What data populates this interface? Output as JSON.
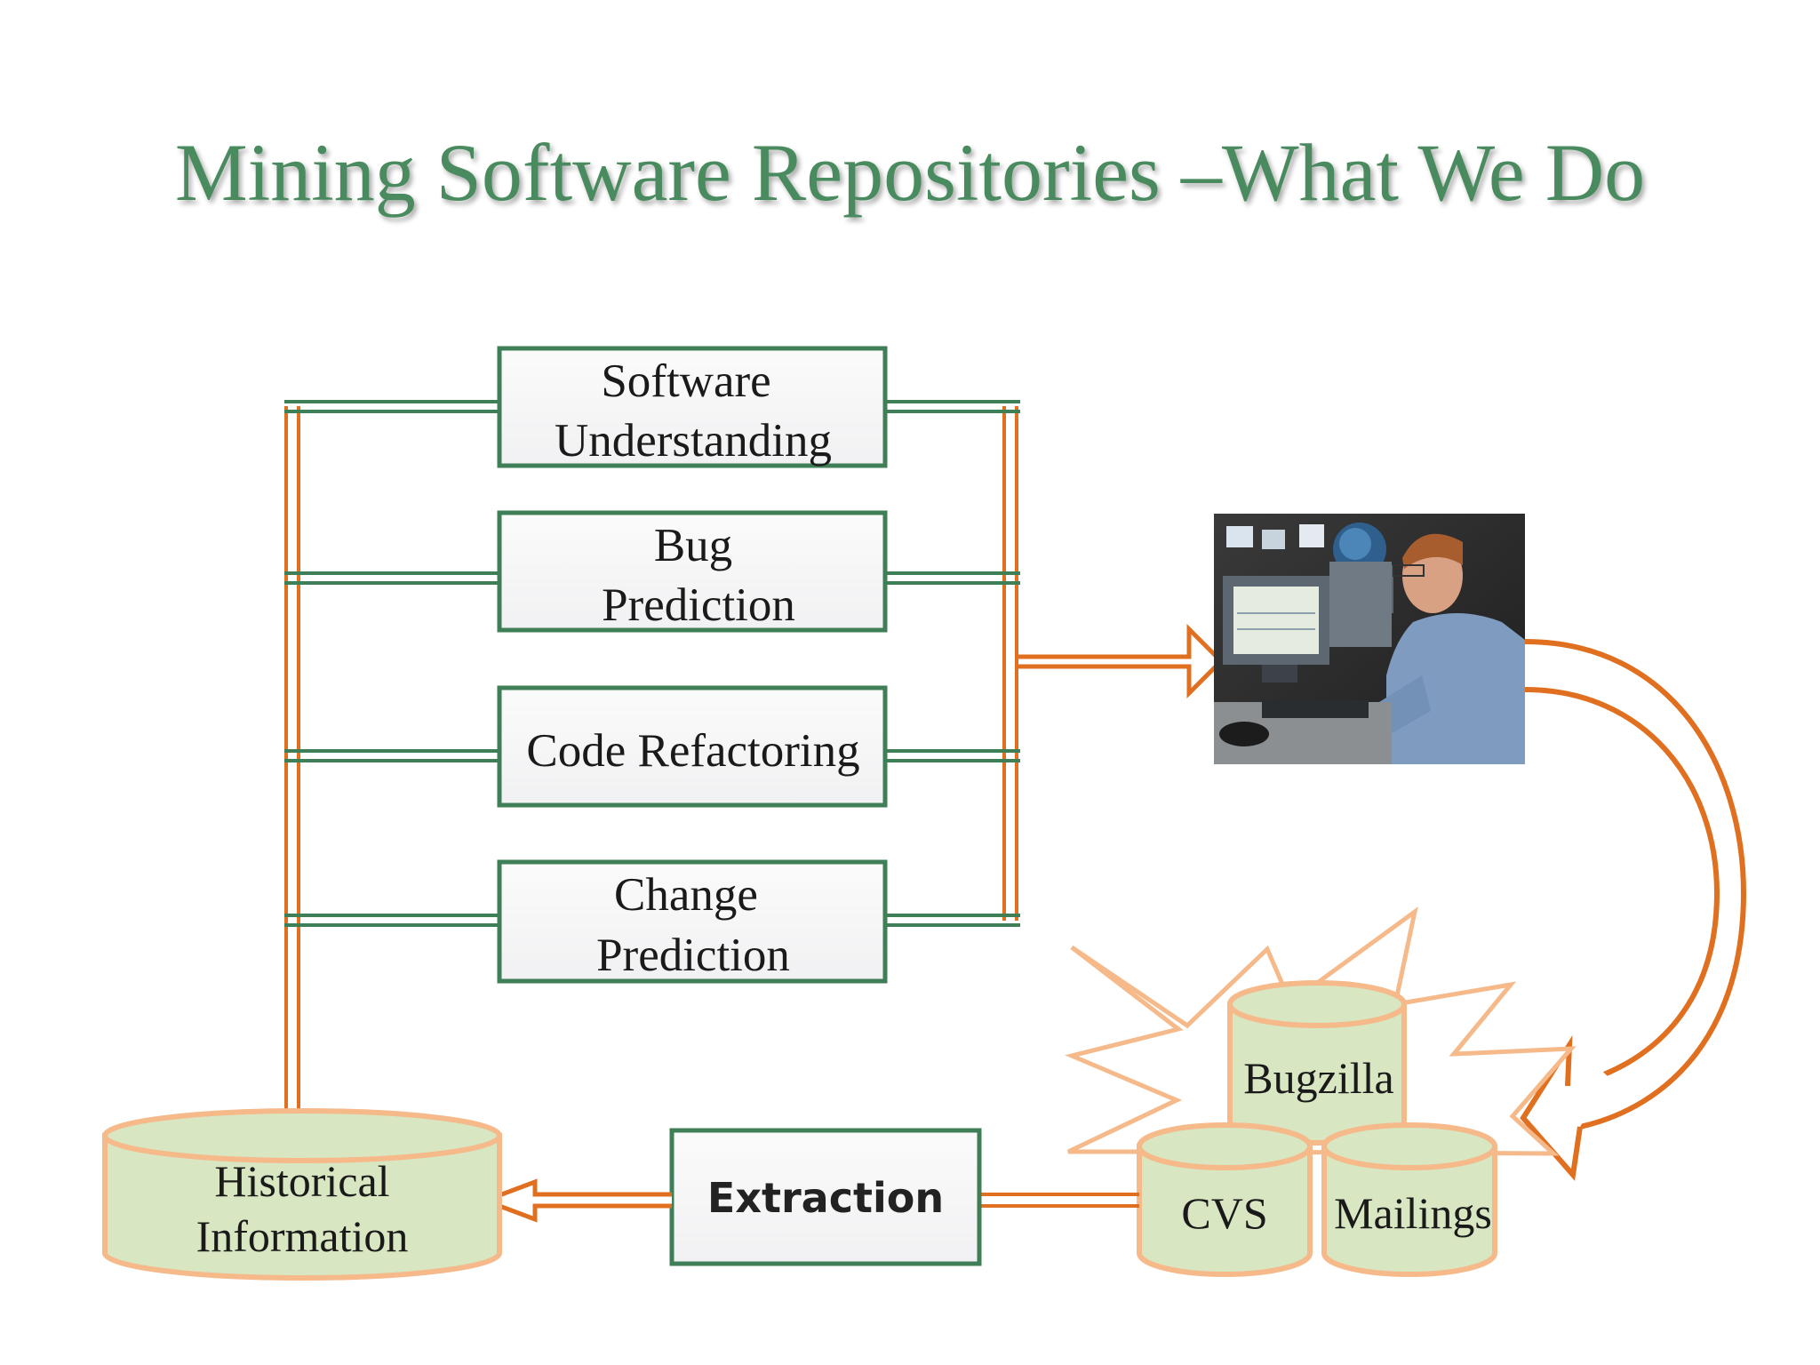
{
  "title": "Mining Software Repositories –What We Do",
  "tasks": [
    {
      "line1": "Software",
      "line2": "Understanding"
    },
    {
      "line1": "Bug",
      "line2": "Prediction"
    },
    {
      "line1": "Code Refactoring",
      "line2": ""
    },
    {
      "line1": "Change",
      "line2": "Prediction"
    }
  ],
  "repositories": {
    "top": "Bugzilla",
    "left": "CVS",
    "right": "Mailings"
  },
  "extraction_label": "Extraction",
  "historical": {
    "line1": "Historical",
    "line2": "Information"
  },
  "colors": {
    "title": "#4a8a5e",
    "box_border": "#3f7f57",
    "arrow": "#e07020",
    "cylinder_fill": "#d8e6c2",
    "cylinder_border": "#f5b98a",
    "starburst": "#f5b98a"
  }
}
